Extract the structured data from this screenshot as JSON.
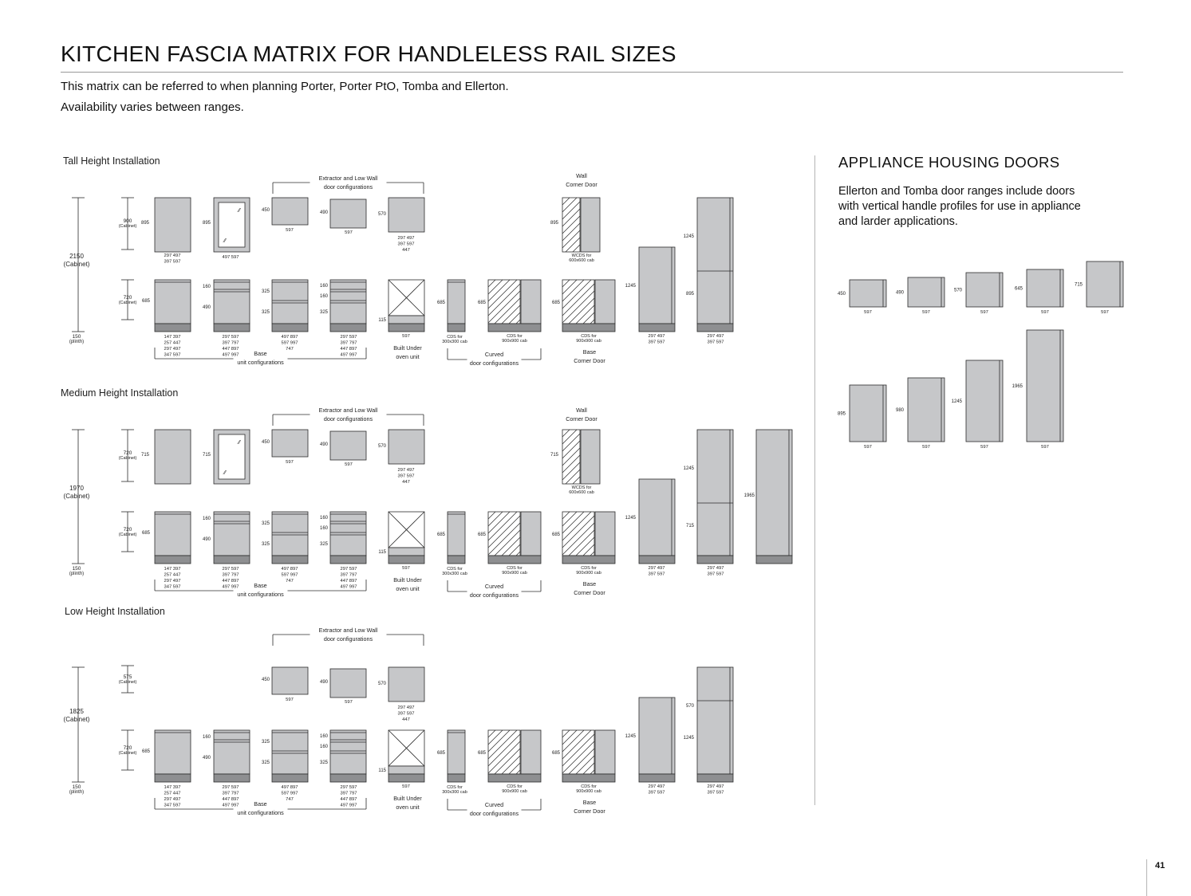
{
  "page": {
    "title": "KITCHEN FASCIA MATRIX FOR HANDLELESS RAIL SIZES",
    "intro_line1": "This matrix can be referred to when planning Porter, Porter PtO, Tomba and Ellerton.",
    "intro_line2": "Availability varies between ranges.",
    "page_number": "41"
  },
  "appliance": {
    "title": "APPLIANCE HOUSING DOORS",
    "text": "Ellerton and Tomba door ranges include doors with vertical handle profiles for use in appliance and larder applications.",
    "width_label": "597",
    "row1_heights": [
      "450",
      "490",
      "570",
      "645",
      "715"
    ],
    "row2_heights": [
      "895",
      "980",
      "1245",
      "1965"
    ]
  },
  "labels": {
    "cabinet": "(Cabinet)",
    "plinth": "(plinth)",
    "plinth_value": "150",
    "extractor_title": "Extractor and Low Wall",
    "extractor_sub": "door configurations",
    "wall_corner_title": "Wall",
    "wall_corner_sub": "Corner Door",
    "wcds": "WCDS for",
    "wcds_sub": "600x600 cab",
    "base_title": "Base",
    "base_sub": "unit configurations",
    "built_under_title": "Built Under",
    "built_under_sub": "oven unit",
    "curved_title": "Curved",
    "curved_sub": "door configurations",
    "base_corner_title": "Base",
    "base_corner_sub": "Corner Door",
    "cds_300": "CDS for",
    "cds_300_sub": "300x300 cab",
    "cds_900": "CDS for",
    "cds_900_sub": "900x900 cab",
    "w597": "597",
    "w497_597": "497  597",
    "h_115": "115",
    "h_160": "160",
    "h_490": "490",
    "h_325": "325",
    "h_685": "685",
    "h_720": "720",
    "h_1245": "1245",
    "h_450": "450",
    "h_570": "570",
    "widths_single": [
      "297  497",
      "397  597"
    ],
    "widths_ext": [
      "297  497",
      "397  597",
      "447"
    ],
    "widths_base1": [
      "147  397",
      "257  447",
      "297  497",
      "347  597"
    ],
    "widths_base2": [
      "297  597",
      "397  797",
      "447  897",
      "497  997"
    ],
    "widths_base3": [
      "497  897",
      "597  997",
      "747"
    ],
    "widths_base4": [
      "297  597",
      "397  797",
      "447  897",
      "497  997"
    ]
  },
  "sections": [
    {
      "title": "Tall Height Installation",
      "total": "2150",
      "wall_height": "900",
      "wall_door": "895",
      "tall_top": "1245",
      "tall_bottom": "895"
    },
    {
      "title": "Medium  Height Installation",
      "total": "1970",
      "wall_height": "720",
      "wall_door": "715",
      "tall_top": "1245",
      "tall_bottom": "715",
      "full_tall": "1965"
    },
    {
      "title": "Low Height Installation",
      "total": "1825",
      "wall_height": "575",
      "wall_door": "570",
      "tall_top": "570",
      "tall_bottom": "1245"
    }
  ]
}
